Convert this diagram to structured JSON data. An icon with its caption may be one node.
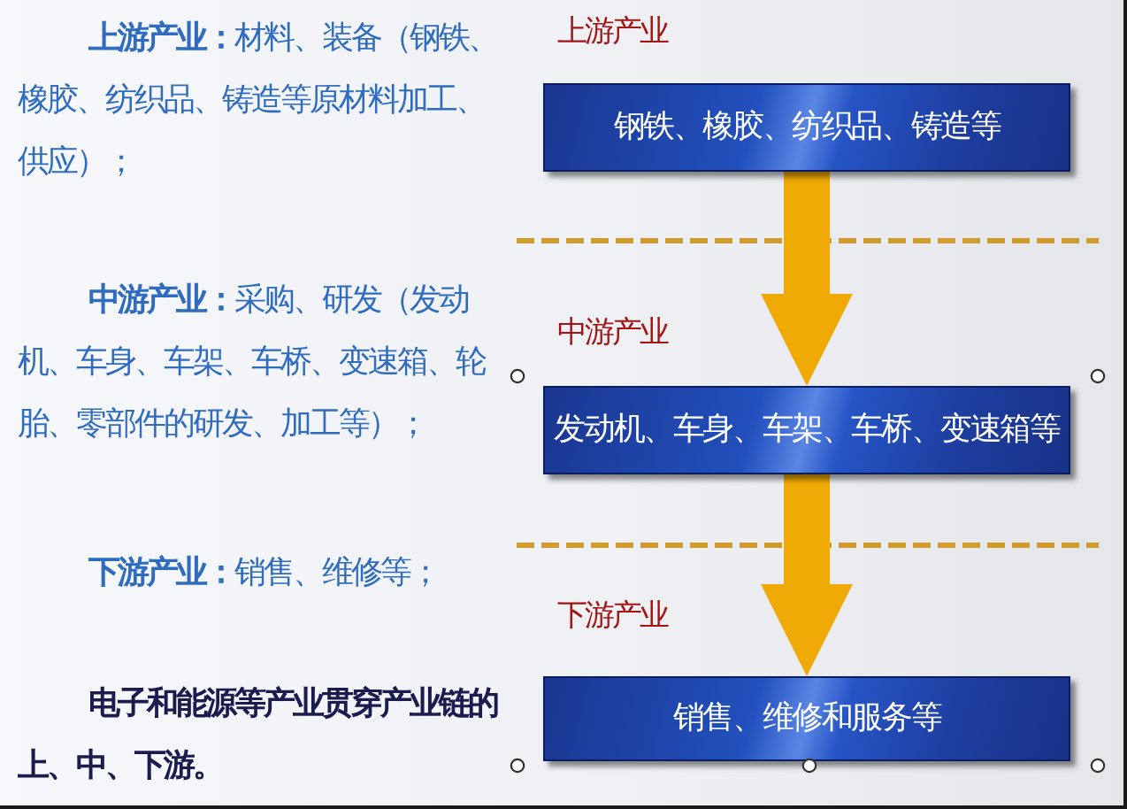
{
  "diagram": {
    "nodes": [
      {
        "text": [
          "钢铁、橡胶、纺织品、铸造等"
        ],
        "beside": [
          "上游产业"
        ]
      },
      {
        "text": [
          "发动机、车身、车架、车桥、变速箱等"
        ],
        "beside": [
          "中游产业"
        ]
      },
      {
        "text": [
          "销售、维修和服务等"
        ],
        "beside": [
          "下游产业"
        ]
      }
    ],
    "edges": [
      {
        "from": 0,
        "to": 1,
        "arrow": "to"
      },
      {
        "from": 1,
        "to": 2,
        "arrow": "to"
      }
    ],
    "labels": [
      "**上游产业：**材料、装备（钢铁、橡胶、纺织品、铸造等原材料加工、供应）；",
      "**中游产业：**采购、研发（发动机、车身、车架、车桥、变速箱、轮胎、零部件的研发、加工等）；",
      "**下游产业：**销售、维修等；",
      "电子和能源等产业贯穿产业链的上、中、下游。"
    ]
  }
}
